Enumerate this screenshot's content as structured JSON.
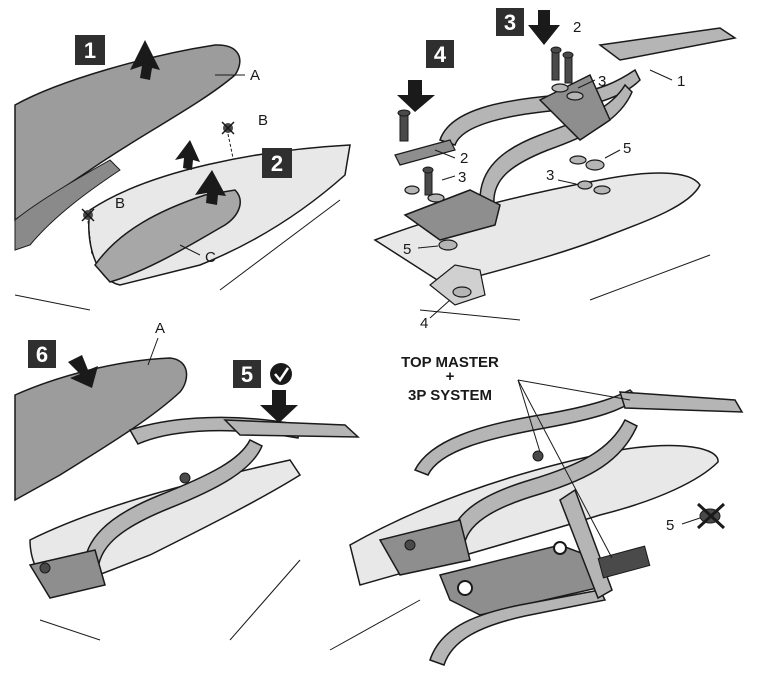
{
  "steps": {
    "s1": "1",
    "s2": "2",
    "s3": "3",
    "s4": "4",
    "s5": "5",
    "s6": "6"
  },
  "panel1_labels": {
    "a": "A",
    "b1": "B",
    "b2": "B",
    "c": "C"
  },
  "panel2_labels": {
    "n1": "1",
    "n2a": "2",
    "n2b": "2",
    "n3a": "3",
    "n3b": "3",
    "n3c": "3",
    "n4": "4",
    "n5a": "5",
    "n5b": "5"
  },
  "panel3_labels": {
    "a": "A"
  },
  "panel4_labels": {
    "title_line1": "TOP MASTER",
    "title_line2": "+",
    "title_line3": "3P SYSTEM",
    "n5": "5"
  },
  "colors": {
    "step_box": "#2f2f2f",
    "seat": "#9c9c9c",
    "rack": "#b5b5b5",
    "body": "#e6e6e6",
    "outline": "#1a1a1a",
    "dark": "#4a4a4a"
  },
  "icons": {
    "check": "check-circle-icon",
    "arrow": "arrow-icon",
    "crossed_screw": "crossed-screw-icon"
  }
}
